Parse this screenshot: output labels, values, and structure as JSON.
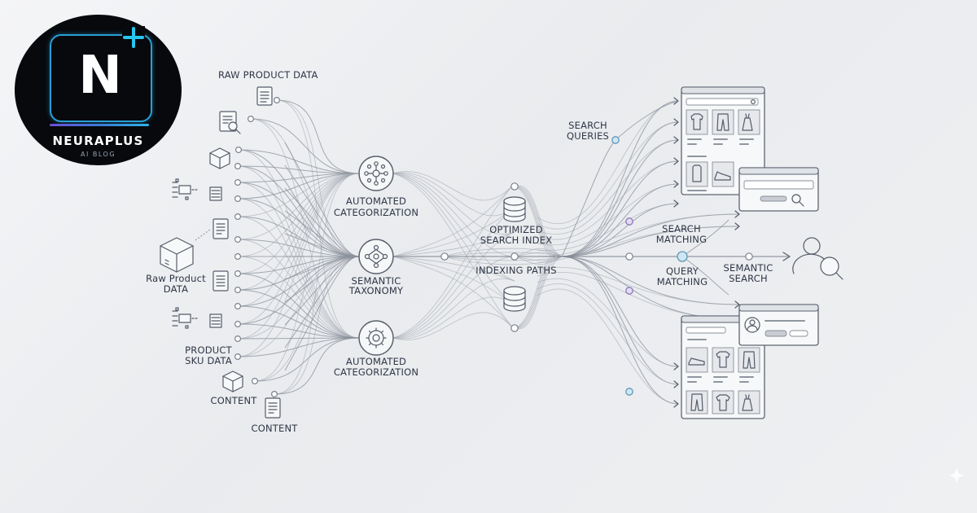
{
  "logo": {
    "letter": "N",
    "name": "NEURAPLUS",
    "subtitle": "AI BLOG"
  },
  "labels": {
    "raw_product_data_top": "RAW PRODUCT DATA",
    "raw_product_data_left_1": "Raw Product",
    "raw_product_data_left_2": "DATA",
    "product_sku_data_1": "PRODUCT",
    "product_sku_data_2": "SKU DATA",
    "content_1": "CONTENT",
    "content_2": "CONTENT",
    "automated_categorization_top_1": "AUTOMATED",
    "automated_categorization_top_2": "CATEGORIZATION",
    "semantic_taxonomy_1": "SEMANTIC",
    "semantic_taxonomy_2": "TAXONOMY",
    "automated_categorization_bottom_1": "AUTOMATED",
    "automated_categorization_bottom_2": "CATEGORIZATION",
    "optimized_search_index_1": "OPTIMIZED",
    "optimized_search_index_2": "SEARCH INDEX",
    "indexing_paths": "INDEXING PATHS",
    "search_queries_1": "SEARCH",
    "search_queries_2": "QUERIES",
    "search_matching_1": "SEARCH",
    "search_matching_2": "MATCHING",
    "query_matching_1": "QUERY",
    "query_matching_2": "MATCHING",
    "semantic_search_1": "SEMANTIC",
    "semantic_search_2": "SEARCH"
  },
  "icons": {
    "logo_plus": "plus-icon",
    "user_search": "user-search-icon",
    "database": "database-icon",
    "network_hub": "network-hub-icon",
    "gear_hub": "gear-icon",
    "sparkle": "sparkle-icon"
  },
  "colors": {
    "logo_accent": "#2a9fd6",
    "logo_plus": "#26c6f0",
    "flow_line": "#8a909b",
    "node_blue": "#5f97b8",
    "node_violet": "#8a78b8"
  }
}
